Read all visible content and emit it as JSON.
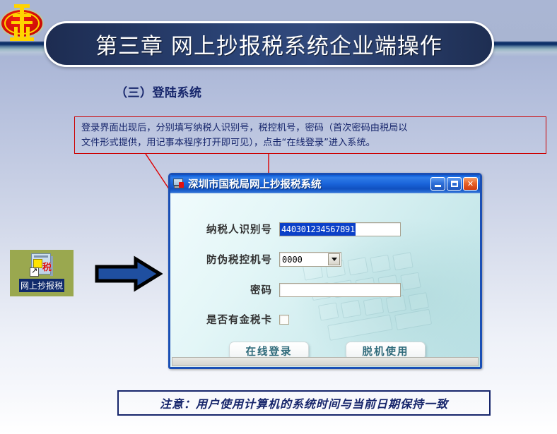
{
  "slide": {
    "chapter_title": "第三章  网上抄报税系统企业端操作",
    "section_title": "（三）登陆系统",
    "instruction": {
      "line1": "登录界面出现后，分别填写纳税人识别号，税控机号，密码（首次密码由税局以",
      "line2": "文件形式提供，用记事本程序打开即可见），点击“在线登录”进入系统。"
    },
    "note": "注意：用户使用计算机的系统时间与当前日期保持一致"
  },
  "desktop_shortcut": {
    "label": "网上抄报税",
    "icon": "program-shortcut-icon",
    "tax_char": "税"
  },
  "arrow": {
    "name": "right-arrow",
    "color": "#1f4fa0"
  },
  "dialog": {
    "title": "深圳市国税局网上抄报税系统",
    "app_icon": "monitor-app-icon",
    "window_buttons": {
      "minimize": "–",
      "maximize": "□",
      "close": "✕"
    },
    "fields": [
      {
        "label": "纳税人识别号",
        "type": "text",
        "value": "440301234567891",
        "selected": true
      },
      {
        "label": "防伪税控机号",
        "type": "combo",
        "value": "0000",
        "options": [
          "0000"
        ]
      },
      {
        "label": "密码",
        "type": "password",
        "value": ""
      },
      {
        "label": "是否有金税卡",
        "type": "checkbox",
        "checked": false
      }
    ],
    "buttons": {
      "online_login": "在线登录",
      "offline_use": "脱机使用"
    }
  },
  "colors": {
    "banner_navy": "#1d2c51",
    "text_navy": "#16256b",
    "callout_red": "#cc0000",
    "titlebar_blue": "#1a64da",
    "dialog_border": "#1a4fb5",
    "button_text": "#2e6a7a",
    "shortcut_bg": "#9aa84f"
  }
}
